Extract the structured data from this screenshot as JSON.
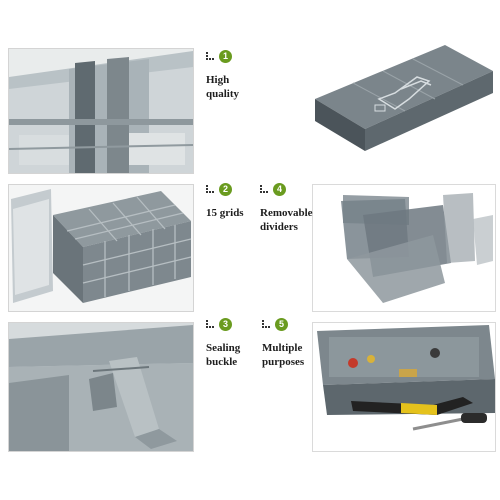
{
  "features": [
    {
      "number": "1",
      "label": "High\nquality"
    },
    {
      "number": "2",
      "label": "15 grids"
    },
    {
      "number": "3",
      "label": "Sealing\nbuckle"
    },
    {
      "number": "4",
      "label": "Removable\ndividers"
    },
    {
      "number": "5",
      "label": "Multiple\npurposes"
    }
  ],
  "colors": {
    "badge": "#6a9b1f",
    "plastic": "#6f7a82",
    "plastic_light": "#aab3b9",
    "panel_border": "#d4d4d4"
  }
}
